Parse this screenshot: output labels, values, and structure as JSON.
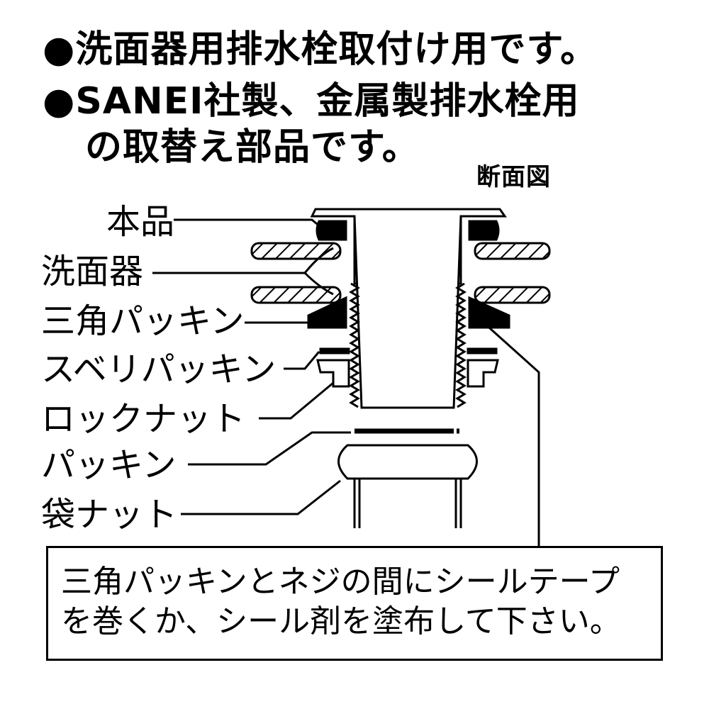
{
  "header": {
    "line1": "●洗面器用排水栓取付け用です。",
    "line2": "●SANEI社製、金属製排水栓用",
    "line3": "の取替え部品です。"
  },
  "diagram": {
    "title": "断面図",
    "labels": [
      "本品",
      "洗面器",
      "三角パッキン",
      "スベリパッキン",
      "ロックナット",
      "パッキン",
      "袋ナット"
    ]
  },
  "note": {
    "line1": "三角パッキンとネジの間にシールテープ",
    "line2": "を巻くか、シール剤を塗布して下さい。"
  }
}
